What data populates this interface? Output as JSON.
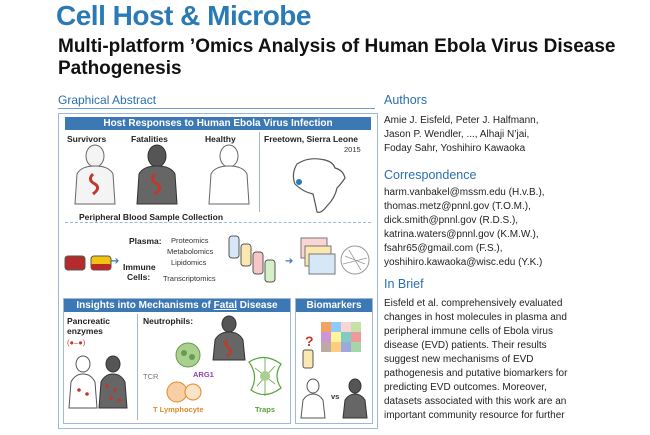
{
  "journal": "Cell Host & Microbe",
  "title": "Multi-platform ’Omics Analysis of Human Ebola Virus Disease Pathogenesis",
  "graphical_abstract": {
    "heading": "Graphical Abstract",
    "banner_top": "Host Responses to Human Ebola Virus Infection",
    "groups": [
      "Survivors",
      "Fatalities",
      "Healthy"
    ],
    "location": "Freetown, Sierra Leone",
    "year": "2015",
    "collection": "Peripheral Blood Sample Collection",
    "plasma_label": "Plasma:",
    "immune_label": "Immune",
    "cells_label": "Cells:",
    "omics": [
      "Proteomics",
      "Metabolomics",
      "Lipidomics",
      "Transcriptomics"
    ],
    "insights_pre": "Insights into Mechanisms of ",
    "insights_em": "Fatal",
    "insights_post": " Disease",
    "biomarkers": "Biomarkers",
    "pancreatic": "Pancreatic",
    "enzymes": "enzymes",
    "enzyme_dots": "(●–●)",
    "neutrophils": "Neutrophils:",
    "tcr": "TCR",
    "arg1": "ARG1",
    "t_lymphocyte": "T Lymphocyte",
    "traps": "Traps",
    "question": "?",
    "vs": "vs"
  },
  "authors": {
    "heading": "Authors",
    "lines": [
      "Amie J. Eisfeld, Peter J. Halfmann,",
      "Jason P. Wendler, ..., Alhaji N’jai,",
      "Foday Sahr, Yoshihiro Kawaoka"
    ]
  },
  "correspondence": {
    "heading": "Correspondence",
    "lines": [
      "harm.vanbakel@mssm.edu (H.v.B.),",
      "thomas.metz@pnnl.gov (T.O.M.),",
      "dick.smith@pnnl.gov (R.D.S.),",
      "katrina.waters@pnnl.gov (K.M.W.),",
      "fsahr65@gmail.com (F.S.),",
      "yoshihiro.kawaoka@wisc.edu (Y.K.)"
    ]
  },
  "in_brief": {
    "heading": "In Brief",
    "lines": [
      "Eisfeld et al. comprehensively evaluated",
      "changes in host molecules in plasma and",
      "peripheral immune cells of Ebola virus",
      "disease (EVD) patients. Their results",
      "suggest new mechanisms of EVD",
      "pathogenesis and putative biomarkers for",
      "predicting EVD outcomes. Moreover,",
      "datasets associated with this work are an",
      "important community resource for further"
    ]
  },
  "colors": {
    "journal_blue": "#2a7ab5",
    "banner_blue": "#3b78b4",
    "accent_red": "#c0392b",
    "arg1_purple": "#8e44ad",
    "t_cell_orange": "#e08a2c",
    "traps_green": "#5aa33a"
  }
}
